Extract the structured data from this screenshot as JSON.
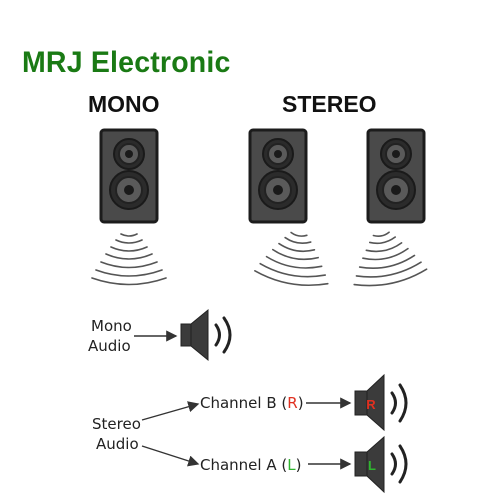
{
  "brand": {
    "title": "MRJ Electronic",
    "color": "#1a7a14"
  },
  "headings": {
    "mono": "MONO",
    "stereo": "STEREO"
  },
  "mono_audio": {
    "line1": "Mono",
    "line2": "Audio"
  },
  "stereo_audio": {
    "line1": "Stereo",
    "line2": "Audio"
  },
  "channel_b": {
    "prefix": "Channel B (",
    "letter": "R",
    "suffix": ")",
    "speaker_letter": "R",
    "letter_color": "#e03020"
  },
  "channel_a": {
    "prefix": "Channel A (",
    "letter": "L",
    "suffix": ")",
    "speaker_letter": "L",
    "letter_color": "#2fb52f"
  },
  "icons": [
    "speaker-cabinet-icon",
    "sound-waves-icon",
    "speaker-volume-icon",
    "arrow-icon"
  ]
}
